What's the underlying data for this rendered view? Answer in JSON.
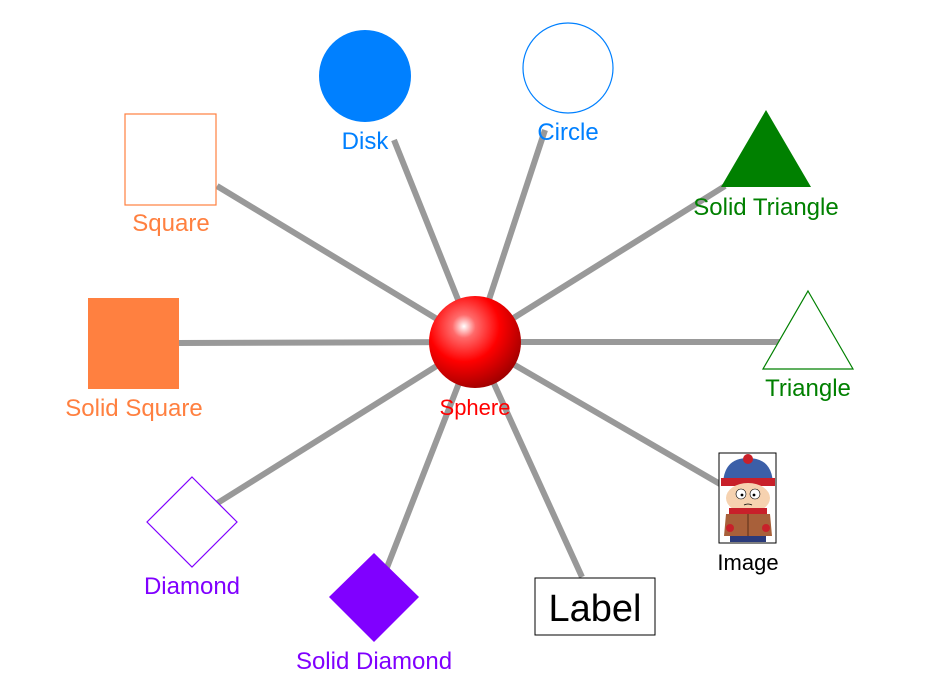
{
  "center": {
    "label": "Sphere",
    "color": "#ff0000"
  },
  "nodes": {
    "disk": {
      "label": "Disk",
      "color": "#0080ff"
    },
    "circle": {
      "label": "Circle",
      "color": "#0080ff"
    },
    "solid_triangle": {
      "label": "Solid Triangle",
      "color": "#008000"
    },
    "triangle": {
      "label": "Triangle",
      "color": "#008000"
    },
    "image": {
      "label": "Image",
      "color": "#000000"
    },
    "label": {
      "label": "Label",
      "color": "#000000"
    },
    "solid_diamond": {
      "label": "Solid Diamond",
      "color": "#8000ff"
    },
    "diamond": {
      "label": "Diamond",
      "color": "#8000ff"
    },
    "solid_square": {
      "label": "Solid Square",
      "color": "#ff8040"
    },
    "square": {
      "label": "Square",
      "color": "#ff8040"
    }
  },
  "edge_color": "#999999"
}
